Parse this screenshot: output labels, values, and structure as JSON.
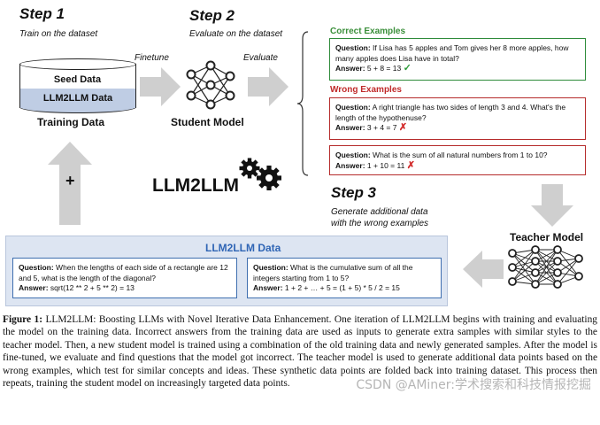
{
  "step1": {
    "title": "Step 1",
    "subtitle": "Train on the dataset",
    "label": "Training Data"
  },
  "database": {
    "seed": "Seed Data",
    "llm2llm": "LLM2LLM Data"
  },
  "arrow_finetune": "Finetune",
  "step2": {
    "title": "Step 2",
    "subtitle": "Evaluate on the dataset",
    "label": "Student Model"
  },
  "arrow_evaluate": "Evaluate",
  "correct": {
    "heading": "Correct Examples",
    "q_label": "Question:",
    "question": "If Lisa has 5 apples and Tom gives her 8 more apples, how many apples does Lisa have in total?",
    "a_label": "Answer:",
    "answer": "5 + 8 = 13",
    "mark": "✓"
  },
  "wrong": {
    "heading": "Wrong Examples",
    "items": [
      {
        "q_label": "Question:",
        "question": "A right triangle has two sides of length 3 and 4. What's the length of the hypothenuse?",
        "a_label": "Answer:",
        "answer": "3 + 4 = 7",
        "mark": "✗"
      },
      {
        "q_label": "Question:",
        "question": "What is the sum of all natural numbers from 1 to 10?",
        "a_label": "Answer:",
        "answer": "1 + 10 = 11",
        "mark": "✗"
      }
    ]
  },
  "logo": "LLM2LLM",
  "plus": "+",
  "step3": {
    "title": "Step 3",
    "subtitle_line1": "Generate additional data",
    "subtitle_line2": "with the wrong examples"
  },
  "teacher_label": "Teacher Model",
  "llm2llm_data": {
    "title": "LLM2LLM Data",
    "items": [
      {
        "q_label": "Question:",
        "question": "When the lengths of each side of a rectangle are 12 and 5, what is the length of the diagonal?",
        "a_label": "Answer:",
        "answer": "sqrt(12 ** 2 + 5 ** 2) = 13"
      },
      {
        "q_label": "Question:",
        "question": "What is the cumulative sum of all the integers starting from 1 to 5?",
        "a_label": "Answer:",
        "answer": "1 + 2 + … + 5 = (1 + 5) * 5 / 2 = 15"
      }
    ]
  },
  "caption": {
    "label": "Figure 1:",
    "text": "LLM2LLM: Boosting LLMs with Novel Iterative Data Enhancement. One iteration of LLM2LLM begins with training and evaluating the model on the training data. Incorrect answers from the training data are used as inputs to generate extra samples with similar styles to the teacher model. Then, a new student model is trained using a combination of the old training data and newly generated samples. After the model is fine-tuned, we evaluate and find questions that the model got incorrect. The teacher model is used to generate additional data points based on the wrong examples, which test for similar concepts and ideas. These synthetic data points are folded back into training dataset. This process then repeats, training the student model on increasingly targeted data points."
  },
  "watermark": "CSDN @AMiner:学术搜索和科技情报挖掘",
  "colors": {
    "green": "#2e8b3a",
    "red": "#b52b2b",
    "blue": "#2f65b5",
    "panel": "#dde5f2",
    "arrow": "#cfcfcf"
  }
}
